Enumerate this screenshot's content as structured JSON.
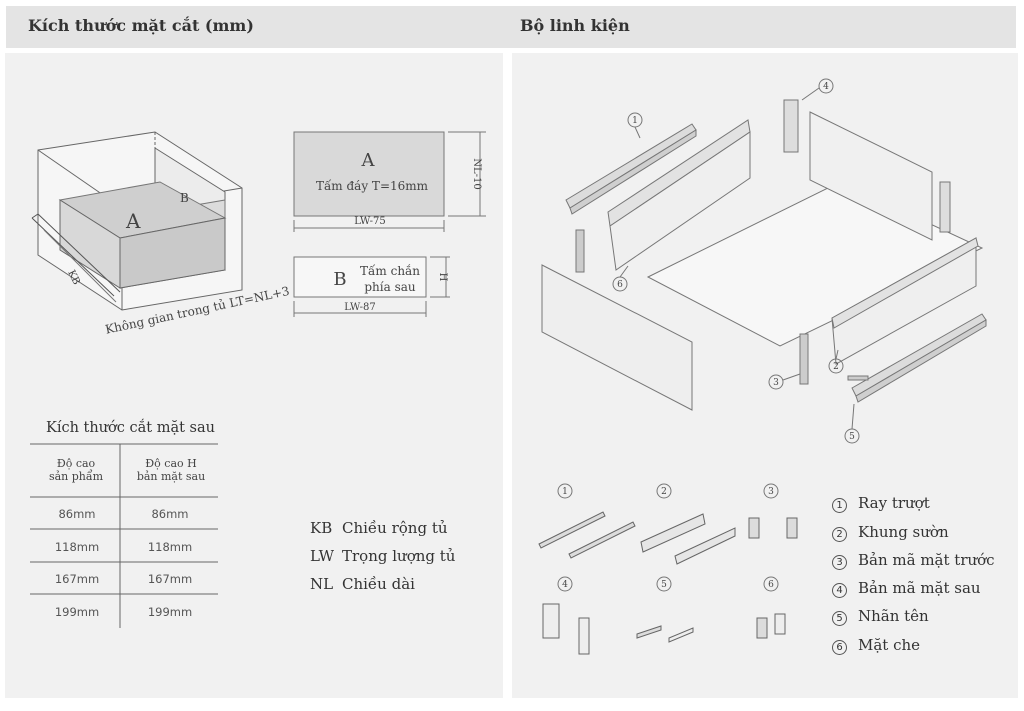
{
  "header": {
    "left_title": "Kích thước mặt cắt (mm)",
    "right_title": "Bộ linh kiện"
  },
  "cabinet_diagram": {
    "label_a": "A",
    "label_b": "B",
    "depth_label": "KB",
    "caption": "Không gian trong tủ LT=NL+3"
  },
  "panel_a": {
    "letter": "A",
    "desc": "Tấm đáy T=16mm",
    "side_dim": "NL-10",
    "bottom_dim": "LW-75"
  },
  "panel_b": {
    "letter": "B",
    "desc_line1": "Tấm chắn",
    "desc_line2": "phía sau",
    "side_dim": "H",
    "bottom_dim": "LW-87"
  },
  "rear_table": {
    "title": "Kích thước cắt mặt sau",
    "col1_header": [
      "Độ cao",
      "sản phẩm"
    ],
    "col2_header": [
      "Độ cao H",
      "bản mặt sau"
    ],
    "rows": [
      [
        "86mm",
        "86mm"
      ],
      [
        "118mm",
        "118mm"
      ],
      [
        "167mm",
        "167mm"
      ],
      [
        "199mm",
        "199mm"
      ]
    ]
  },
  "legend": [
    {
      "code": "KB",
      "text": "Chiều rộng tủ"
    },
    {
      "code": "LW",
      "text": "Trọng lượng tủ"
    },
    {
      "code": "NL",
      "text": "Chiều dài"
    }
  ],
  "parts": [
    {
      "num": "1",
      "name": "Ray trượt"
    },
    {
      "num": "2",
      "name": "Khung sườn"
    },
    {
      "num": "3",
      "name": "Bản mã mặt trước"
    },
    {
      "num": "4",
      "name": "Bản mã mặt sau"
    },
    {
      "num": "5",
      "name": "Nhãn tên"
    },
    {
      "num": "6",
      "name": "Mặt che"
    }
  ],
  "exploded_callouts": [
    "1",
    "2",
    "3",
    "4",
    "5",
    "6"
  ],
  "thumb_callouts": [
    "1",
    "2",
    "3",
    "4",
    "5",
    "6"
  ]
}
